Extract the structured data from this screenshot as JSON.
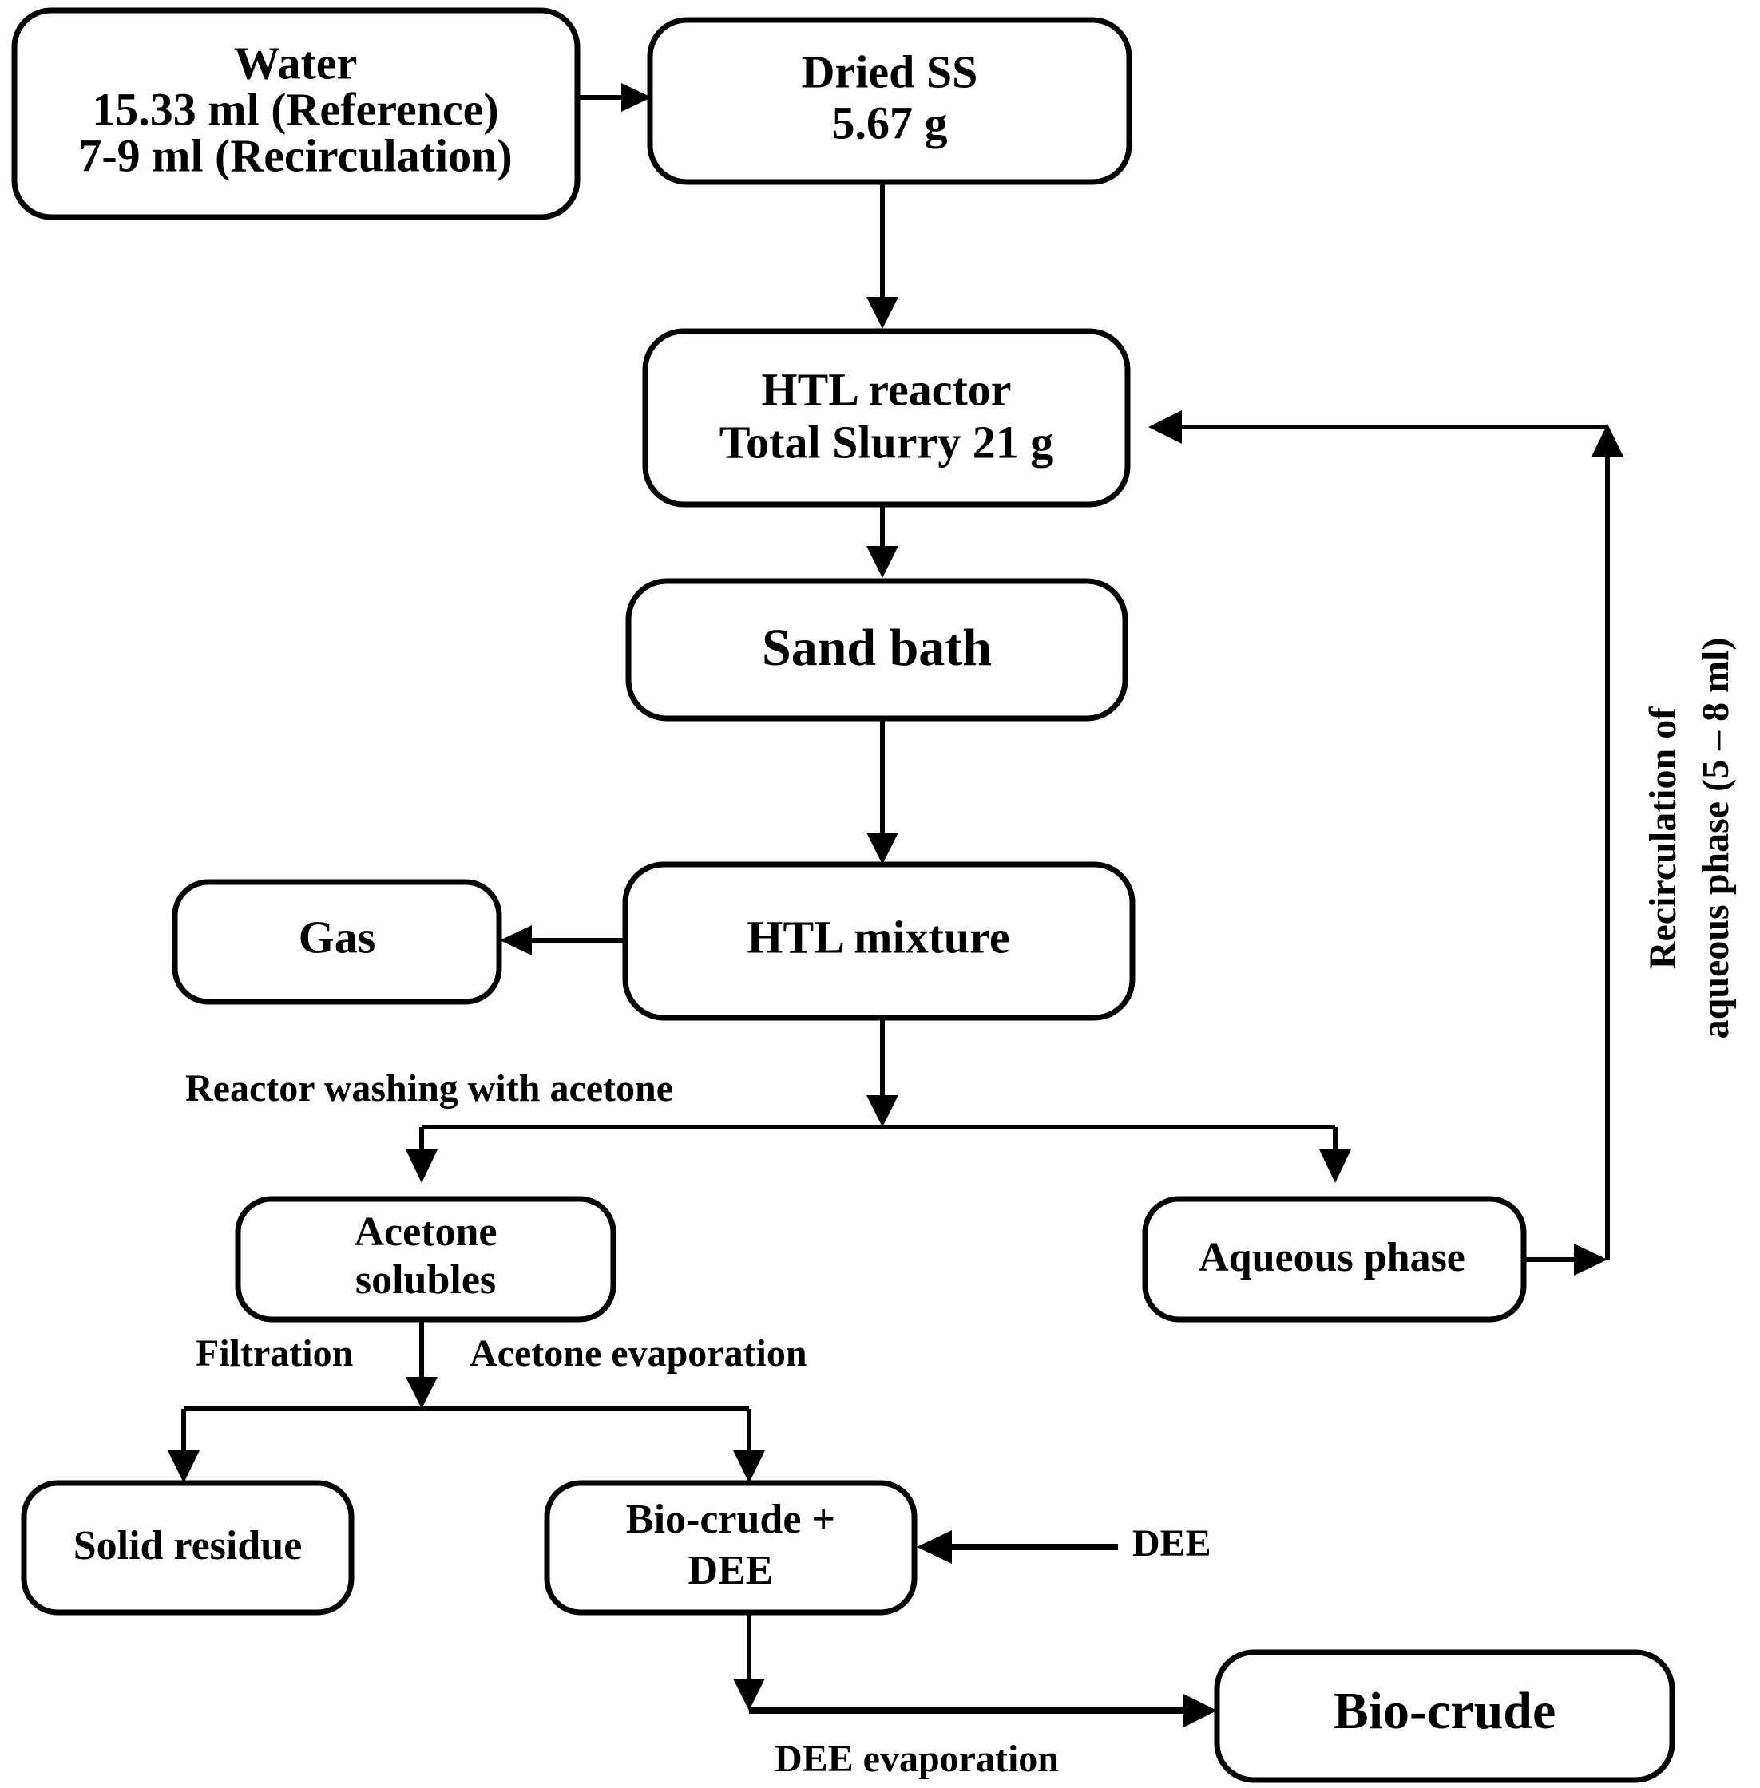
{
  "diagram": {
    "title": "Hydrothermal liquefaction (HTL) process flowchart with aqueous phase recirculation",
    "background_color": "#ffffff",
    "line_color": "#000000"
  },
  "nodes": {
    "water": {
      "id": "water",
      "lines": [
        "Water",
        "15.33 ml (Reference)",
        "7-9 ml (Recirculation)"
      ],
      "line1": "Water",
      "line2": "15.33 ml (Reference)",
      "line3": "7-9 ml (Recirculation)"
    },
    "dried_ss": {
      "id": "dried-ss",
      "line1": "Dried SS",
      "line2": "5.67 g"
    },
    "htl_reactor": {
      "id": "htl-reactor",
      "line1": "HTL reactor",
      "line2": "Total Slurry 21 g"
    },
    "sand_bath": {
      "id": "sand-bath",
      "line1": "Sand bath"
    },
    "htl_mixture": {
      "id": "htl-mixture",
      "line1": "HTL mixture"
    },
    "gas": {
      "id": "gas",
      "line1": "Gas"
    },
    "acetone_solubles": {
      "id": "acetone-solubles",
      "line1": "Acetone",
      "line2": "solubles"
    },
    "aqueous_phase": {
      "id": "aqueous-phase",
      "line1": "Aqueous phase"
    },
    "solid_residue": {
      "id": "solid-residue",
      "line1": "Solid residue"
    },
    "biocrude_dee": {
      "id": "biocrude-plus-dee",
      "line1": "Bio-crude +",
      "line2": "DEE"
    },
    "biocrude": {
      "id": "biocrude",
      "line1": "Bio-crude"
    }
  },
  "edge_labels": {
    "reactor_washing": "Reactor washing with acetone",
    "filtration": "Filtration",
    "acetone_evaporation": "Acetone evaporation",
    "dee_input": "DEE",
    "dee_evaporation": "DEE evaporation",
    "recirculation_line1": "Recirculation of",
    "recirculation_line2": "aqueous phase (5 – 8 ml)"
  }
}
